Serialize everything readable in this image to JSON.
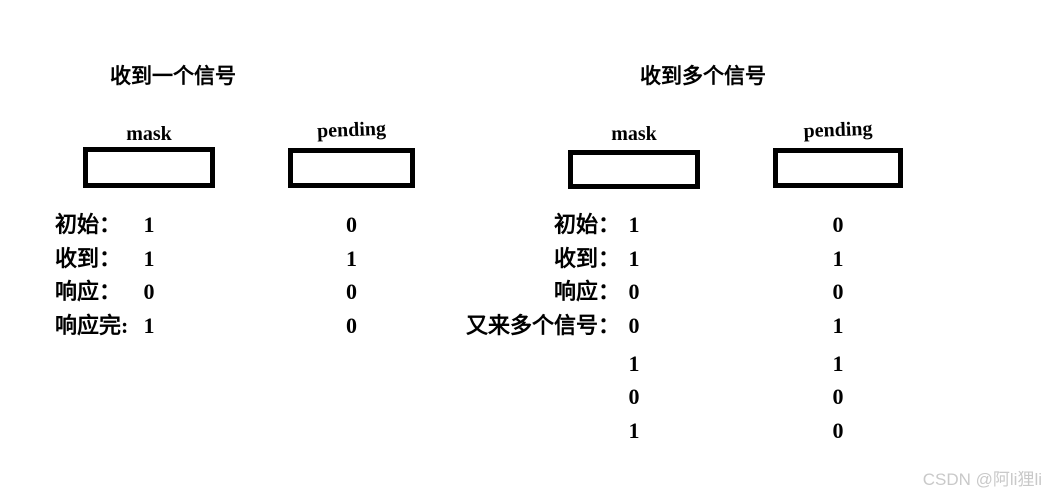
{
  "page": {
    "background_color": "#ffffff",
    "text_color": "#000000",
    "box_border_color": "#000000"
  },
  "watermark": {
    "text": "CSDN @阿li狸li",
    "color": "#c9c9c9"
  },
  "sections": {
    "left": {
      "title": "收到一个信号",
      "mask_label": "mask",
      "pending_label": "pending",
      "rows": [
        {
          "label": "初始：",
          "mask": "1",
          "pending": "0"
        },
        {
          "label": "收到：",
          "mask": "1",
          "pending": "1"
        },
        {
          "label": "响应：",
          "mask": "0",
          "pending": "0"
        },
        {
          "label": "响应完:",
          "mask": "1",
          "pending": "0"
        }
      ]
    },
    "right": {
      "title": "收到多个信号",
      "mask_label": "mask",
      "pending_label": "pending",
      "rows": [
        {
          "label": "初始：",
          "mask": "1",
          "pending": "0"
        },
        {
          "label": "收到：",
          "mask": "1",
          "pending": "1"
        },
        {
          "label": "响应：",
          "mask": "0",
          "pending": "0"
        },
        {
          "label": "又来多个信号：",
          "mask": "0",
          "pending": "1"
        },
        {
          "label": "",
          "mask": "1",
          "pending": "1"
        },
        {
          "label": "",
          "mask": "0",
          "pending": "0"
        },
        {
          "label": "",
          "mask": "1",
          "pending": "0"
        }
      ]
    }
  }
}
